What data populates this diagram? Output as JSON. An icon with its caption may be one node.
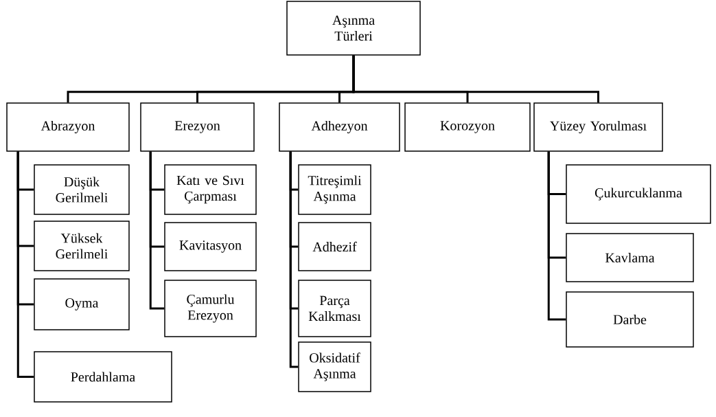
{
  "diagram": {
    "nodes": [
      {
        "text": [
          "Aşınma Türleri"
        ]
      },
      {
        "text": [
          "Abrazyon"
        ]
      },
      {
        "text": [
          "Erezyon"
        ]
      },
      {
        "text": [
          "Adhezyon"
        ]
      },
      {
        "text": [
          "Korozyon"
        ]
      },
      {
        "text": [
          "Yüzey Yorulması"
        ]
      },
      {
        "text": [
          "Düşük Gerilmeli"
        ]
      },
      {
        "text": [
          "Yüksek Gerilmeli"
        ]
      },
      {
        "text": [
          "Oyma"
        ]
      },
      {
        "text": [
          "Perdahlama"
        ]
      },
      {
        "text": [
          "Katı ve Sıvı Çarpması"
        ]
      },
      {
        "text": [
          "Kavitasyon"
        ]
      },
      {
        "text": [
          "Çamurlu Erezyon"
        ]
      },
      {
        "text": [
          "Titreşimli Aşınma"
        ]
      },
      {
        "text": [
          "Adhezif"
        ]
      },
      {
        "text": [
          "Parça Kalkması"
        ]
      },
      {
        "text": [
          "Oksidatif Aşınma"
        ]
      },
      {
        "text": [
          "Çukurcuklanma"
        ]
      },
      {
        "text": [
          "Kavlama"
        ]
      },
      {
        "text": [
          "Darbe"
        ]
      }
    ],
    "edges": [
      {
        "from": 0,
        "to": 1,
        "arrow": "none"
      },
      {
        "from": 0,
        "to": 2,
        "arrow": "none"
      },
      {
        "from": 0,
        "to": 3,
        "arrow": "none"
      },
      {
        "from": 0,
        "to": 4,
        "arrow": "none"
      },
      {
        "from": 0,
        "to": 5,
        "arrow": "none"
      },
      {
        "from": 1,
        "to": 6,
        "arrow": "none"
      },
      {
        "from": 1,
        "to": 7,
        "arrow": "none"
      },
      {
        "from": 1,
        "to": 8,
        "arrow": "none"
      },
      {
        "from": 1,
        "to": 9,
        "arrow": "none"
      },
      {
        "from": 2,
        "to": 10,
        "arrow": "none"
      },
      {
        "from": 2,
        "to": 11,
        "arrow": "none"
      },
      {
        "from": 2,
        "to": 12,
        "arrow": "none"
      },
      {
        "from": 3,
        "to": 13,
        "arrow": "none"
      },
      {
        "from": 3,
        "to": 14,
        "arrow": "none"
      },
      {
        "from": 3,
        "to": 15,
        "arrow": "none"
      },
      {
        "from": 3,
        "to": 16,
        "arrow": "none"
      },
      {
        "from": 5,
        "to": 17,
        "arrow": "none"
      },
      {
        "from": 5,
        "to": 18,
        "arrow": "none"
      },
      {
        "from": 5,
        "to": 19,
        "arrow": "none"
      }
    ]
  }
}
